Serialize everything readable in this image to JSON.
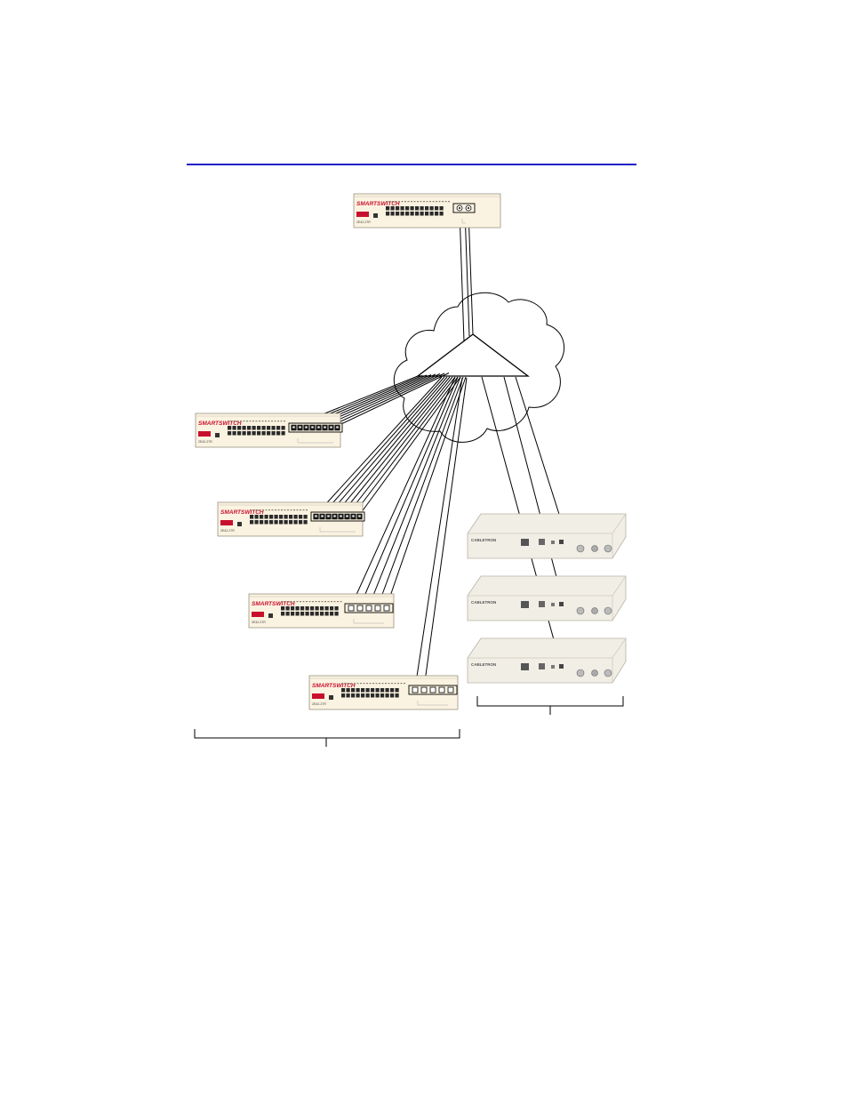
{
  "header": {
    "rule_color": "#1f1fc8"
  },
  "switches": [
    {
      "brand": "SMARTSWITCH",
      "model": "2E42-27R",
      "uplink_ports": 2
    },
    {
      "brand": "SMARTSWITCH",
      "model": "2E42-27R",
      "uplink_ports": 8
    },
    {
      "brand": "SMARTSWITCH",
      "model": "2E42-27R",
      "uplink_ports": 8
    },
    {
      "brand": "SMARTSWITCH",
      "model": "2E42-27R",
      "uplink_ports": 5
    },
    {
      "brand": "SMARTSWITCH",
      "model": "2E42-27R",
      "uplink_ports": 5
    }
  ],
  "routers": [
    {
      "brand": "CABLETRON"
    },
    {
      "brand": "CABLETRON"
    },
    {
      "brand": "CABLETRON"
    }
  ],
  "colors": {
    "chassis": "#fbf3e1",
    "chassis_edge": "#9a9383",
    "brand_red": "#c8102e",
    "router_body": "#f1eee6",
    "line": "#000000"
  }
}
